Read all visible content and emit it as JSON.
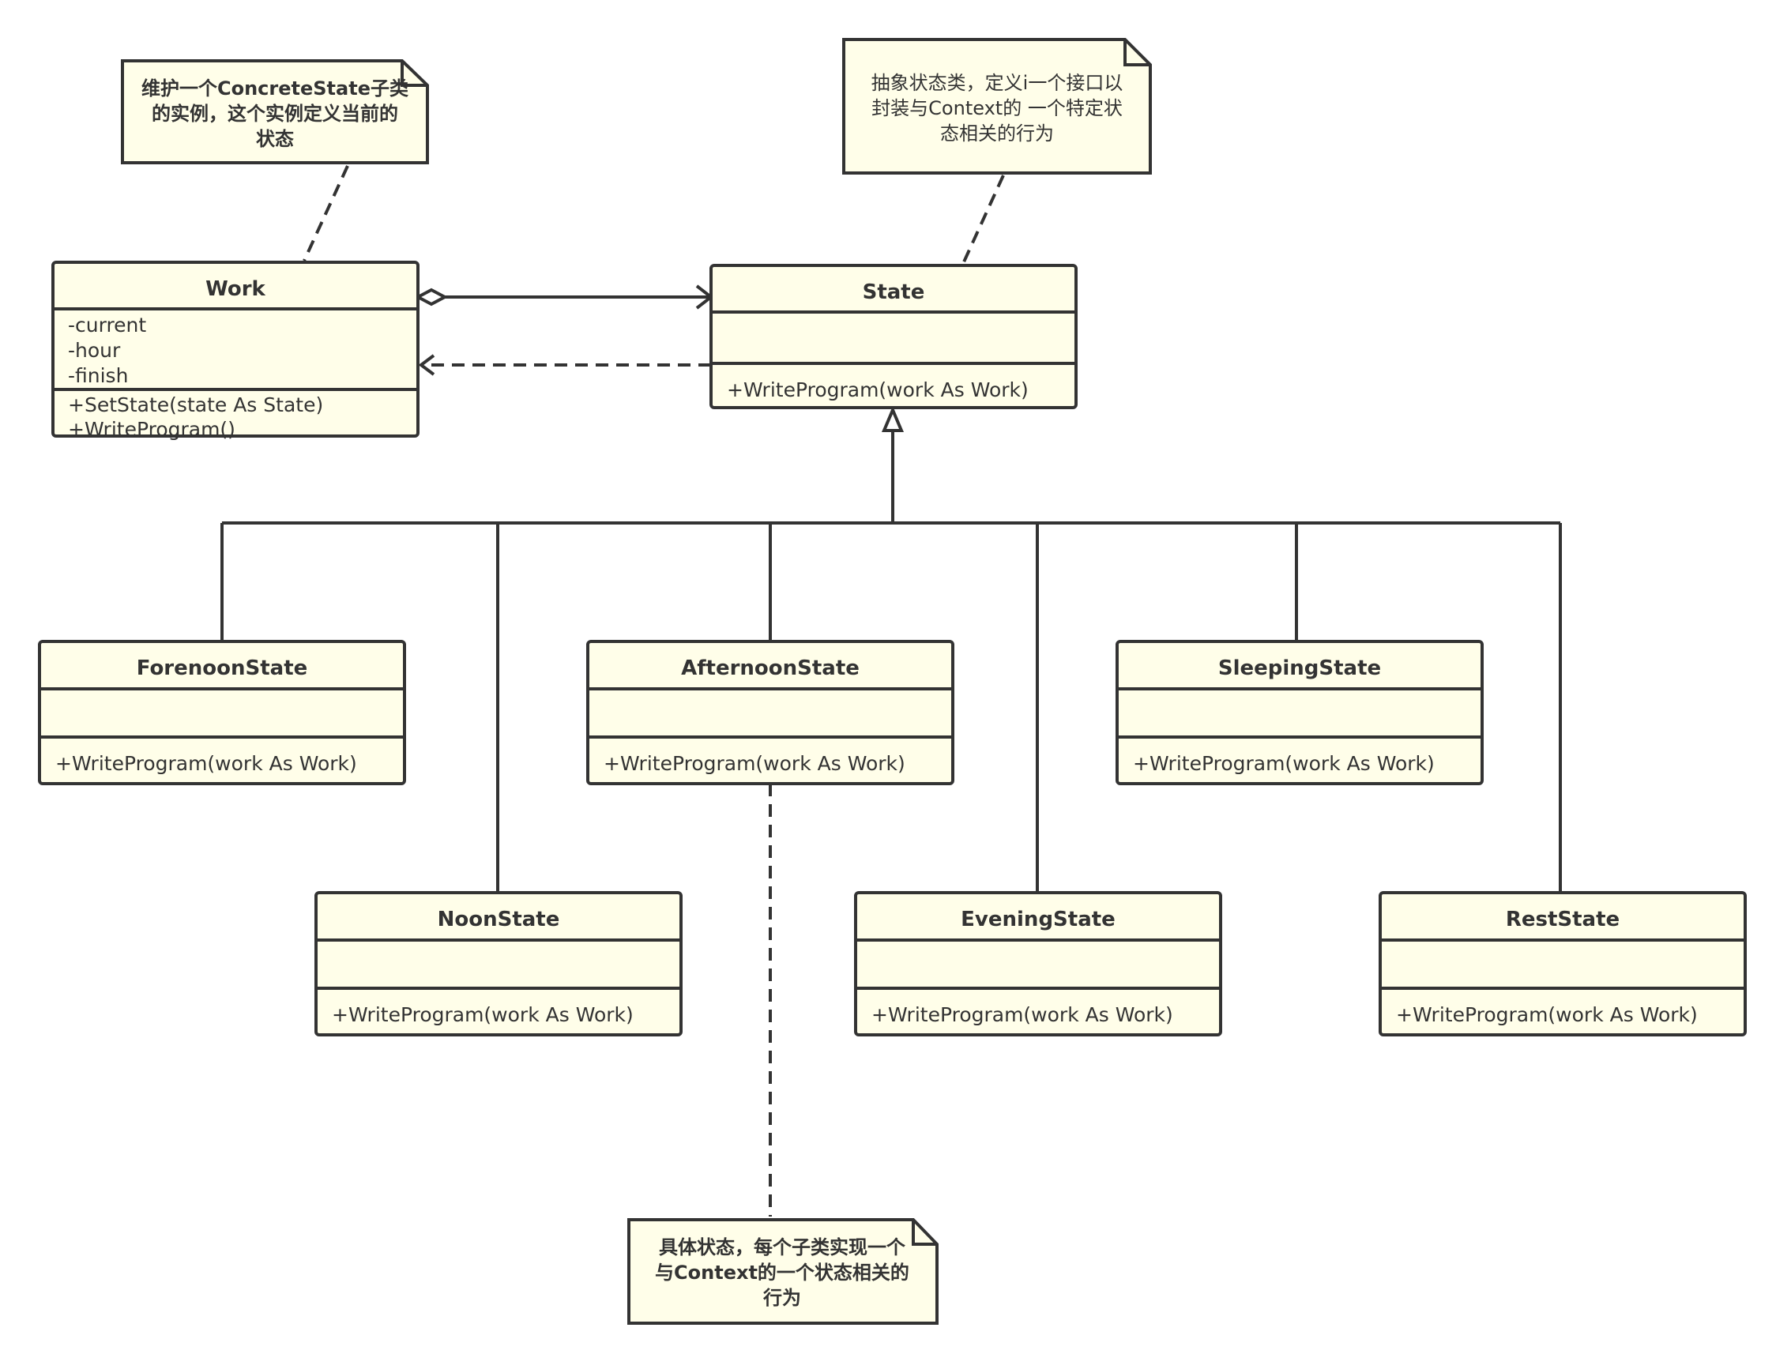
{
  "colors": {
    "fill": "#fffee9",
    "stroke": "#333333"
  },
  "classes": {
    "work": {
      "name": "Work",
      "attributes": [
        "-current",
        "-hour",
        "-finish"
      ],
      "methods": [
        "+SetState(state As State)",
        "+WriteProgram()"
      ]
    },
    "state": {
      "name": "State",
      "methods": [
        "+WriteProgram(work As Work)"
      ]
    },
    "forenoon": {
      "name": "ForenoonState",
      "methods": [
        "+WriteProgram(work As Work)"
      ]
    },
    "noon": {
      "name": "NoonState",
      "methods": [
        "+WriteProgram(work As Work)"
      ]
    },
    "afternoon": {
      "name": "AfternoonState",
      "methods": [
        "+WriteProgram(work As Work)"
      ]
    },
    "evening": {
      "name": "EveningState",
      "methods": [
        "+WriteProgram(work As Work)"
      ]
    },
    "sleeping": {
      "name": "SleepingState",
      "methods": [
        "+WriteProgram(work As Work)"
      ]
    },
    "rest": {
      "name": "RestState",
      "methods": [
        "+WriteProgram(work As Work)"
      ]
    }
  },
  "notes": {
    "context_note": {
      "lines": [
        "维护一个ConcreteState子类",
        "的实例，这个实例定义当前的",
        "状态"
      ]
    },
    "state_note": {
      "lines": [
        "抽象状态类，定义i一个接口以",
        "封装与Context的 一个特定状",
        "态相关的行为"
      ]
    },
    "concrete_note": {
      "lines": [
        "具体状态，每个子类实现一个",
        "与Context的一个状态相关的",
        "行为"
      ]
    }
  },
  "relations": [
    {
      "type": "aggregation",
      "from": "Work",
      "to": "State"
    },
    {
      "type": "dependency",
      "from": "State",
      "to": "Work"
    },
    {
      "type": "generalization",
      "from": "ForenoonState",
      "to": "State"
    },
    {
      "type": "generalization",
      "from": "NoonState",
      "to": "State"
    },
    {
      "type": "generalization",
      "from": "AfternoonState",
      "to": "State"
    },
    {
      "type": "generalization",
      "from": "EveningState",
      "to": "State"
    },
    {
      "type": "generalization",
      "from": "SleepingState",
      "to": "State"
    },
    {
      "type": "generalization",
      "from": "RestState",
      "to": "State"
    }
  ]
}
